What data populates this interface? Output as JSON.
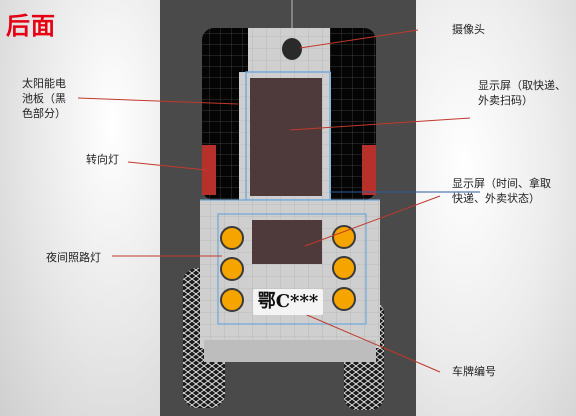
{
  "title": "后面",
  "labels": {
    "camera": "摄像头",
    "solar_panel": "太阳能电\n池板（黑\n色部分）",
    "turn_signal": "转向灯",
    "screen_top": "显示屏（取快递、\n外卖扫码）",
    "screen_mid": "显示屏（时间、拿取\n快递、外卖状态）",
    "night_light": "夜间照路灯",
    "plate_label": "车牌编号"
  },
  "plate_text": "鄂C***",
  "colors": {
    "title": "#e60012",
    "leader_line": "#c0392b",
    "lamp": "#f5a400",
    "turn_signal": "#b8302a",
    "screen": "#4e3a3a",
    "wireframe": "#6fa8dc"
  }
}
